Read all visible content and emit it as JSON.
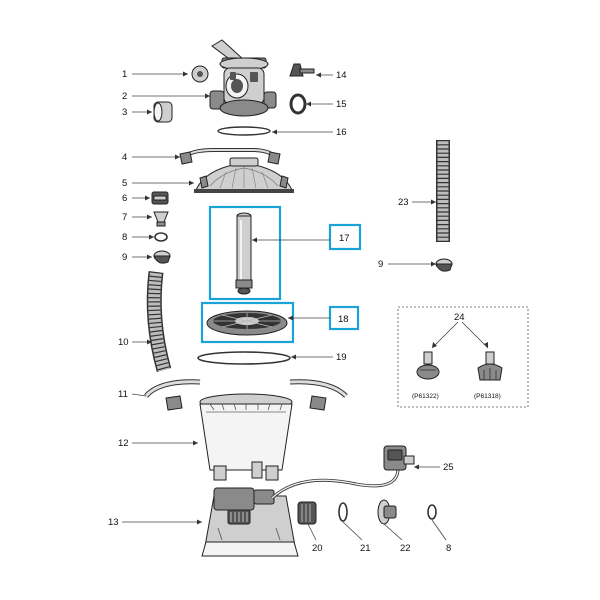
{
  "callouts": [
    {
      "id": "c1",
      "label": "1"
    },
    {
      "id": "c2",
      "label": "2"
    },
    {
      "id": "c3",
      "label": "3"
    },
    {
      "id": "c4",
      "label": "4"
    },
    {
      "id": "c5",
      "label": "5"
    },
    {
      "id": "c6",
      "label": "6"
    },
    {
      "id": "c7",
      "label": "7"
    },
    {
      "id": "c8a",
      "label": "8"
    },
    {
      "id": "c9a",
      "label": "9"
    },
    {
      "id": "c10",
      "label": "10"
    },
    {
      "id": "c11",
      "label": "11"
    },
    {
      "id": "c12",
      "label": "12"
    },
    {
      "id": "c13",
      "label": "13"
    },
    {
      "id": "c14",
      "label": "14"
    },
    {
      "id": "c15",
      "label": "15"
    },
    {
      "id": "c16",
      "label": "16"
    },
    {
      "id": "c17",
      "label": "17"
    },
    {
      "id": "c18",
      "label": "18"
    },
    {
      "id": "c19",
      "label": "19"
    },
    {
      "id": "c20",
      "label": "20"
    },
    {
      "id": "c21",
      "label": "21"
    },
    {
      "id": "c22",
      "label": "22"
    },
    {
      "id": "c23",
      "label": "23"
    },
    {
      "id": "c9b",
      "label": "9"
    },
    {
      "id": "c24",
      "label": "24"
    },
    {
      "id": "c25",
      "label": "25"
    },
    {
      "id": "c8b",
      "label": "8"
    }
  ],
  "variants": [
    {
      "code": "(P61322)"
    },
    {
      "code": "(P61318)"
    }
  ],
  "highlight_color": "#1aa3d6"
}
